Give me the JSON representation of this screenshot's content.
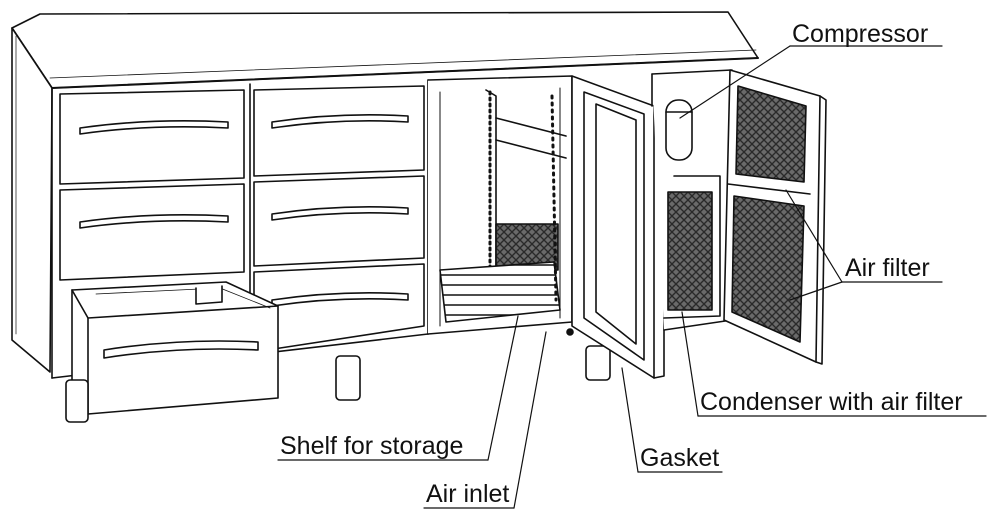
{
  "diagram": {
    "line_color": "#111111",
    "background_color": "#ffffff",
    "labels": {
      "compressor": "Compressor",
      "air_filter": "Air filter",
      "condenser": "Condenser with air filter",
      "shelf": "Shelf for storage",
      "gasket": "Gasket",
      "air_inlet": "Air inlet"
    }
  }
}
